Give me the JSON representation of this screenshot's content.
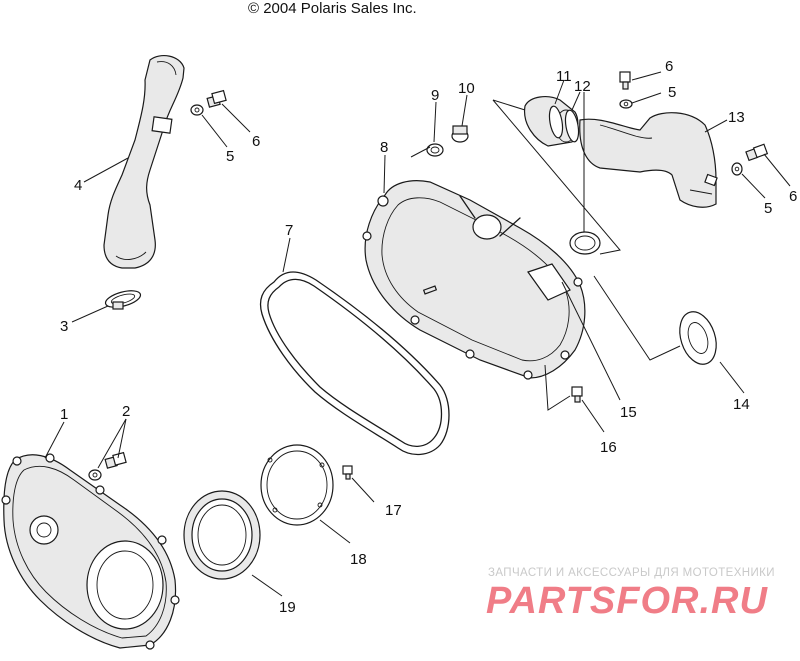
{
  "header": {
    "copyright": "© 2004 Polaris Sales Inc."
  },
  "watermark": {
    "line1": "ЗАПЧАСТИ И АКСЕССУАРЫ ДЛЯ МОТОТЕХНИКИ",
    "line2": "PARTSFOR.RU"
  },
  "callouts": [
    "1",
    "2",
    "3",
    "4",
    "5",
    "5",
    "5",
    "6",
    "6",
    "6",
    "7",
    "8",
    "9",
    "10",
    "11",
    "12",
    "13",
    "14",
    "15",
    "16",
    "17",
    "18",
    "19"
  ]
}
